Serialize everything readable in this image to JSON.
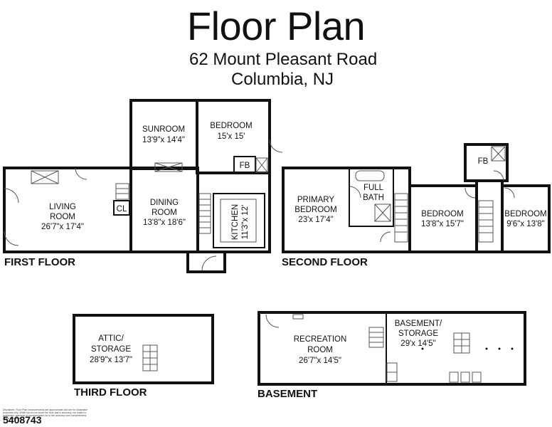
{
  "header": {
    "title": "Floor Plan",
    "address_line1": "62 Mount Pleasant Road",
    "address_line2": "Columbia, NJ"
  },
  "floors": {
    "first": "FIRST FLOOR",
    "second": "SECOND FLOOR",
    "third": "THIRD FLOOR",
    "basement": "BASEMENT"
  },
  "rooms": {
    "sunroom": {
      "name": "SUNROOM",
      "dims": "13'9\"x 14'4\""
    },
    "bedroom1": {
      "name": "BEDROOM",
      "dims": "15'x 15'"
    },
    "fb1": {
      "name": "FB"
    },
    "living": {
      "name1": "LIVING",
      "name2": "ROOM",
      "dims": "26'7\"x 17'4\""
    },
    "cl": {
      "name": "CL"
    },
    "dining": {
      "name1": "DINING",
      "name2": "ROOM",
      "dims": "13'8\"x 18'6\""
    },
    "kitchen": {
      "name": "KITCHEN",
      "dims": "11'3\"x 12'"
    },
    "primary": {
      "name1": "PRIMARY",
      "name2": "BEDROOM",
      "dims": "23'x 17'4\""
    },
    "fullbath": {
      "name1": "FULL",
      "name2": "BATH"
    },
    "fb2": {
      "name": "FB"
    },
    "bedroom2": {
      "name": "BEDROOM",
      "dims": "13'8\"x 15'7\""
    },
    "bedroom3": {
      "name": "BEDROOM",
      "dims": "9'6\"x 13'8\""
    },
    "attic": {
      "name1": "ATTIC/",
      "name2": "STORAGE",
      "dims": "28'9\"x 13'7\""
    },
    "recreation": {
      "name1": "RECREATION",
      "name2": "ROOM",
      "dims": "26'7\"x 14'5\""
    },
    "basement_storage": {
      "name1": "BASEMENT/",
      "name2": "STORAGE",
      "dims": "29'x 14'5\""
    }
  },
  "footer": {
    "disclaimer": "Disclaimer: Floor Plan measurements are approximate and are for illustrative purposes only. While we do not doubt the floor plan's accuracy, we make no guarantee, warranty or representation as to the accuracy and completeness of the floor plan.",
    "listing_id": "5408743"
  }
}
